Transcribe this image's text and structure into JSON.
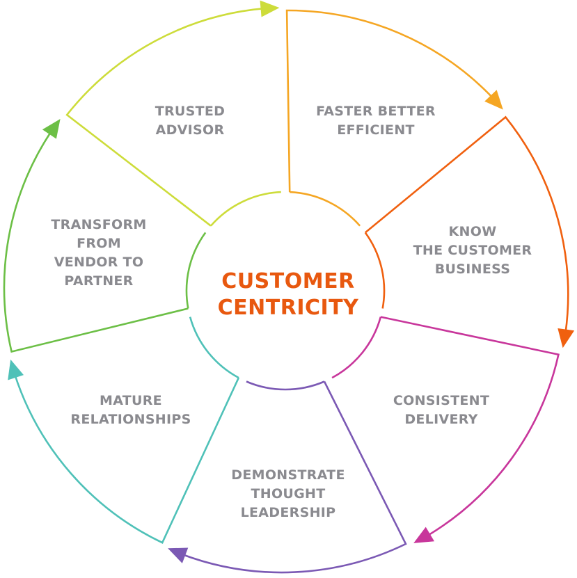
{
  "center": {
    "line1": "CUSTOMER",
    "line2": "CENTRICITY",
    "color": "#e8580f"
  },
  "segments": [
    {
      "name": "faster-better-efficient",
      "lines": [
        "FASTER BETTER",
        "EFFICIENT"
      ],
      "color": "#f5a623"
    },
    {
      "name": "know-the-customer-business",
      "lines": [
        "KNOW",
        "THE CUSTOMER",
        "BUSINESS"
      ],
      "color": "#f0600f"
    },
    {
      "name": "consistent-delivery",
      "lines": [
        "CONSISTENT",
        "DELIVERY"
      ],
      "color": "#c8369b"
    },
    {
      "name": "demonstrate-thought-leadership",
      "lines": [
        "DEMONSTRATE",
        "THOUGHT",
        "LEADERSHIP"
      ],
      "color": "#7b59b4"
    },
    {
      "name": "mature-relationships",
      "lines": [
        "MATURE",
        "RELATIONSHIPS"
      ],
      "color": "#4fc1b8"
    },
    {
      "name": "transform-from-vendor-to-partner",
      "lines": [
        "TRANSFORM",
        "FROM",
        "VENDOR TO",
        "PARTNER"
      ],
      "color": "#6cbf46"
    },
    {
      "name": "trusted-advisor",
      "lines": [
        "TRUSTED",
        "ADVISOR"
      ],
      "color": "#cddc3a"
    }
  ],
  "label_color": "#8a8a8f"
}
